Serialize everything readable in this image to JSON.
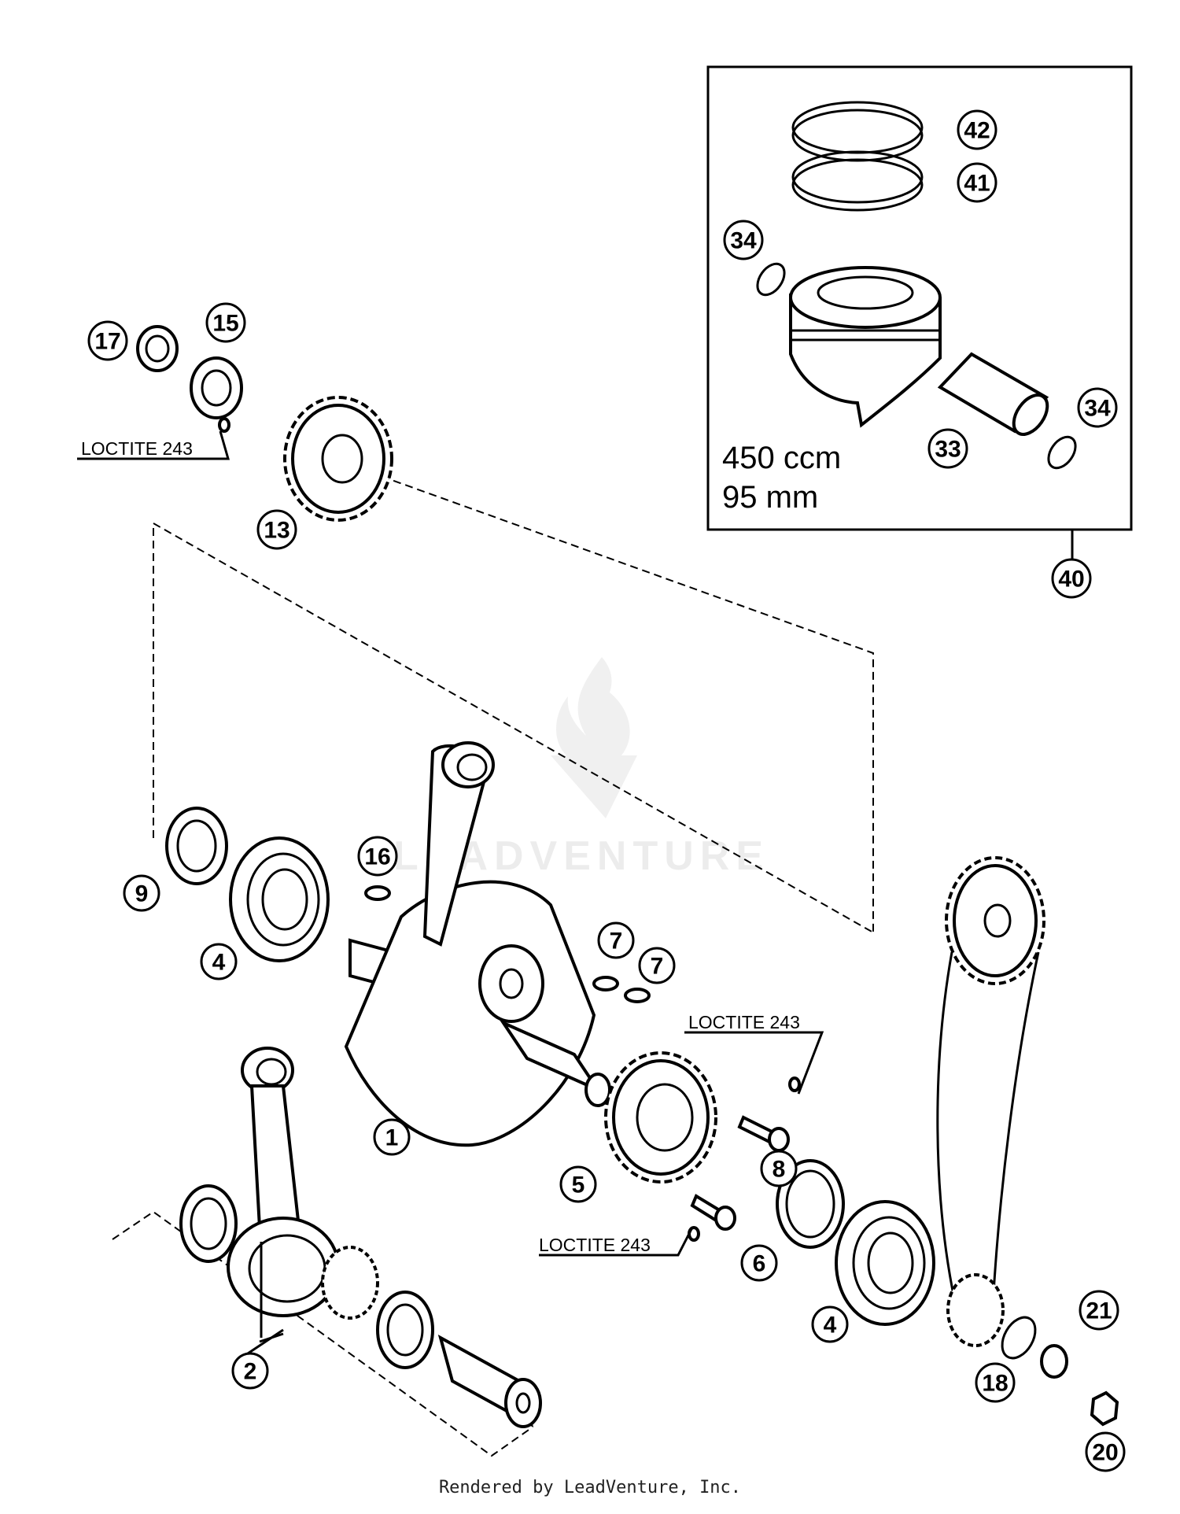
{
  "callouts": [
    "1",
    "2",
    "4",
    "4",
    "5",
    "6",
    "7",
    "7",
    "8",
    "9",
    "13",
    "15",
    "16",
    "17",
    "18",
    "20",
    "21",
    "33",
    "34",
    "34",
    "40",
    "41",
    "42"
  ],
  "loctite_labels": [
    "LOCTITE 243",
    "LOCTITE 243",
    "LOCTITE 243"
  ],
  "piston_kit": {
    "displacement": "450 ccm",
    "bore": "95 mm"
  },
  "watermark": "LEADVENTURE",
  "footer": "Rendered by LeadVenture, Inc."
}
